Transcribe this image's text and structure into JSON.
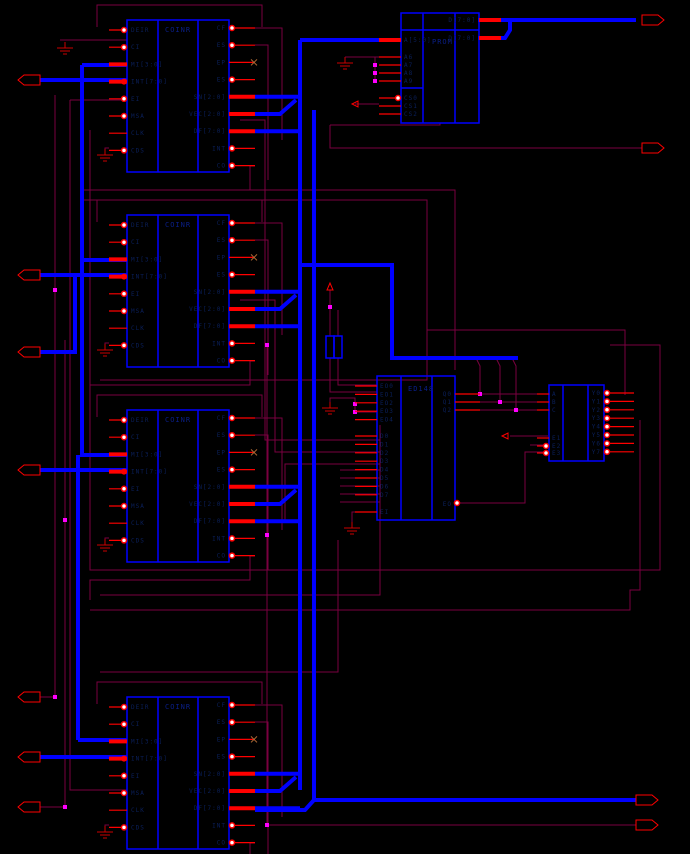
{
  "schematic": {
    "colors": {
      "background": "#000000",
      "component_outline": "#0000ff",
      "bus": "#0000ff",
      "pin_stub": "#ff0000",
      "net_wire": "#7a0040",
      "junction": "#ff00ff",
      "label": "#0a1f5a"
    },
    "coin_blocks": [
      {
        "id": "coin-block-1",
        "title": "COINR"
      },
      {
        "id": "coin-block-2",
        "title": "COINR"
      },
      {
        "id": "coin-block-3",
        "title": "COINR"
      },
      {
        "id": "coin-block-4",
        "title": "COINR"
      }
    ],
    "coin_block_pins": {
      "left": [
        "DEIR",
        "CI",
        "MI[3:0]",
        "INT[7:0]",
        "EI",
        "MSA",
        "CLK",
        "CDS"
      ],
      "right": [
        "CF",
        "ES",
        "EP",
        "ES",
        "SN[2:0]",
        "VEC[2:0]",
        "DF[7:0]",
        "INT",
        "CO"
      ]
    },
    "prom": {
      "title": "PROM",
      "left_pins": [
        "A[5:0]",
        "A6",
        "A7",
        "A8",
        "A9",
        "CS0",
        "CS1",
        "CS2"
      ],
      "right_pins": [
        "D[7:0]",
        "D[7:0]"
      ]
    },
    "encoder": {
      "title": "ED148",
      "left_pins": [
        "EO0",
        "EO1",
        "EO2",
        "EO3",
        "EO4",
        "D0",
        "D1",
        "D2",
        "D3",
        "D4",
        "D5",
        "D6",
        "D7",
        "EI"
      ],
      "right_pins": [
        "Q0",
        "Q1",
        "Q2",
        "EO"
      ]
    },
    "decoder": {
      "title": "",
      "left_pins": [
        "A",
        "B",
        "C",
        "E1",
        "E2",
        "E3"
      ],
      "right_pins": [
        "Y0",
        "Y1",
        "Y2",
        "Y3",
        "Y4",
        "Y5",
        "Y6",
        "Y7"
      ]
    },
    "ports": {
      "inputs": [
        "in-port-1",
        "in-port-2",
        "in-port-3",
        "in-port-4",
        "in-port-5",
        "in-port-6",
        "in-port-7",
        "in-port-8"
      ],
      "outputs": [
        "out-port-1",
        "out-port-2",
        "out-port-3",
        "out-port-4"
      ]
    }
  }
}
